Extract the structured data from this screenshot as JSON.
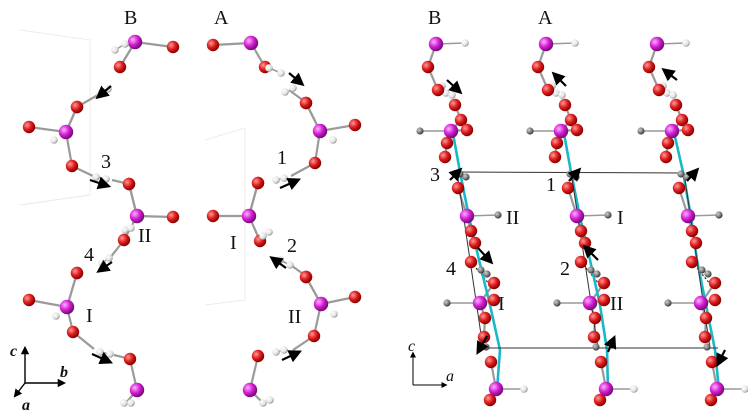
{
  "left_panel": {
    "column_labels": [
      "B",
      "A"
    ],
    "site_labels": [
      "3",
      "1",
      "4",
      "2"
    ],
    "layer_labels": [
      "II",
      "I",
      "I",
      "II"
    ],
    "axes": {
      "c": "c",
      "b": "b",
      "a": "a"
    }
  },
  "right_panel": {
    "column_labels": [
      "B",
      "A"
    ],
    "site_labels": [
      "3",
      "1",
      "4",
      "2"
    ],
    "layer_labels": [
      "II",
      "I",
      "I",
      "II"
    ],
    "axes": {
      "c": "c",
      "a": "a"
    }
  },
  "colors": {
    "oxygen": "#dd1c1c",
    "metal": "#d21ed2",
    "hydrogen": "#e6e6e6",
    "hydrogen_dark": "#8a8a8a",
    "bond": "#9a9a9a",
    "chain": "#18b8c8",
    "arrow": "#000000",
    "cell": "#333333"
  },
  "icons": [
    "arrow-icon",
    "axis-icon"
  ]
}
